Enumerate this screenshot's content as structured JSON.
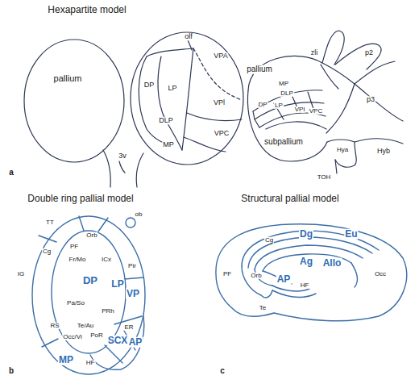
{
  "diagram": {
    "labels": [
      "Hexapartite model",
      "pallium",
      "olf",
      "VPA",
      "DP",
      "LP",
      "VPl",
      "DLP",
      "VPC",
      "MP",
      "3v",
      "a",
      "pallium",
      "zli",
      "p2",
      "MP",
      "DLP",
      "DP",
      "LP",
      "VPl",
      "VPC",
      "p3",
      "subpallium",
      "Hya",
      "Hyb",
      "TOH",
      "Double ring pallial model",
      "Structural pallial model",
      "ob",
      "TT",
      "Orb",
      "PF",
      "Cg",
      "IG",
      "Fr/Mo",
      "ICx",
      "Pir",
      "DP",
      "LP",
      "VP",
      "Pa/So",
      "PRh",
      "Te/Au",
      "ER",
      "SCX",
      "AP",
      "RS",
      "Occ/Vi",
      "PoR",
      "MP",
      "HF",
      "b",
      "Cg",
      "Dg",
      "Eu",
      "Ag",
      "Allo",
      "PF",
      "Orb",
      "AP",
      "HF",
      "Occ",
      "Te",
      "c"
    ]
  }
}
